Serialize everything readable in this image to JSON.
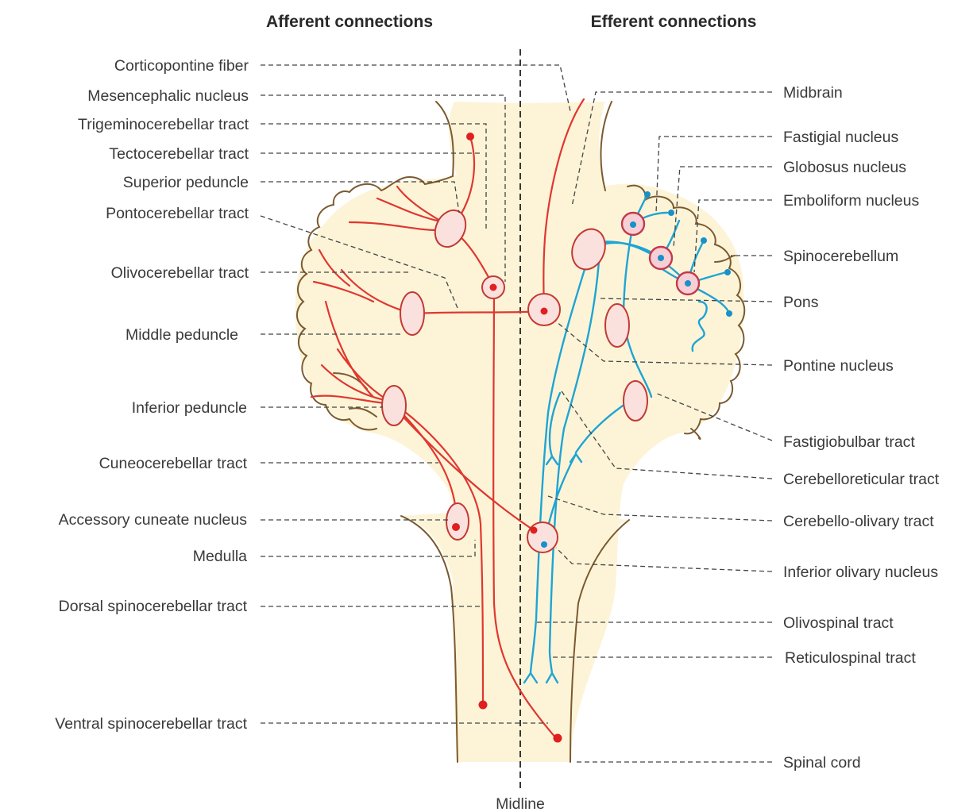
{
  "headings": {
    "afferent": "Afferent connections",
    "efferent": "Efferent connections"
  },
  "midline": "Midline",
  "labels_left": [
    "Corticopontine fiber",
    "Mesencephalic nucleus",
    "Trigeminocerebellar tract",
    "Tectocerebellar tract",
    "Superior peduncle",
    "Pontocerebellar tract",
    "Olivocerebellar tract",
    "Middle peduncle",
    "Inferior peduncle",
    "Cuneocerebellar tract",
    "Accessory cuneate nucleus",
    "Medulla",
    "Dorsal spinocerebellar tract",
    "Ventral spinocerebellar tract"
  ],
  "labels_right": [
    "Midbrain",
    "Fastigial nucleus",
    "Globosus nucleus",
    "Emboliform nucleus",
    "Spinocerebellum",
    "Pons",
    "Pontine nucleus",
    "Fastigiobulbar tract",
    "Cerebelloreticular tract",
    "Cerebello-olivary tract",
    "Inferior olivary nucleus",
    "Olivospinal tract",
    "Reticulospinal tract",
    "Spinal cord"
  ],
  "colors": {
    "afferent": "#e0372f",
    "efferent": "#1fa4d3",
    "tissue": "#fdf4d8",
    "outline": "#7b5a2f"
  }
}
